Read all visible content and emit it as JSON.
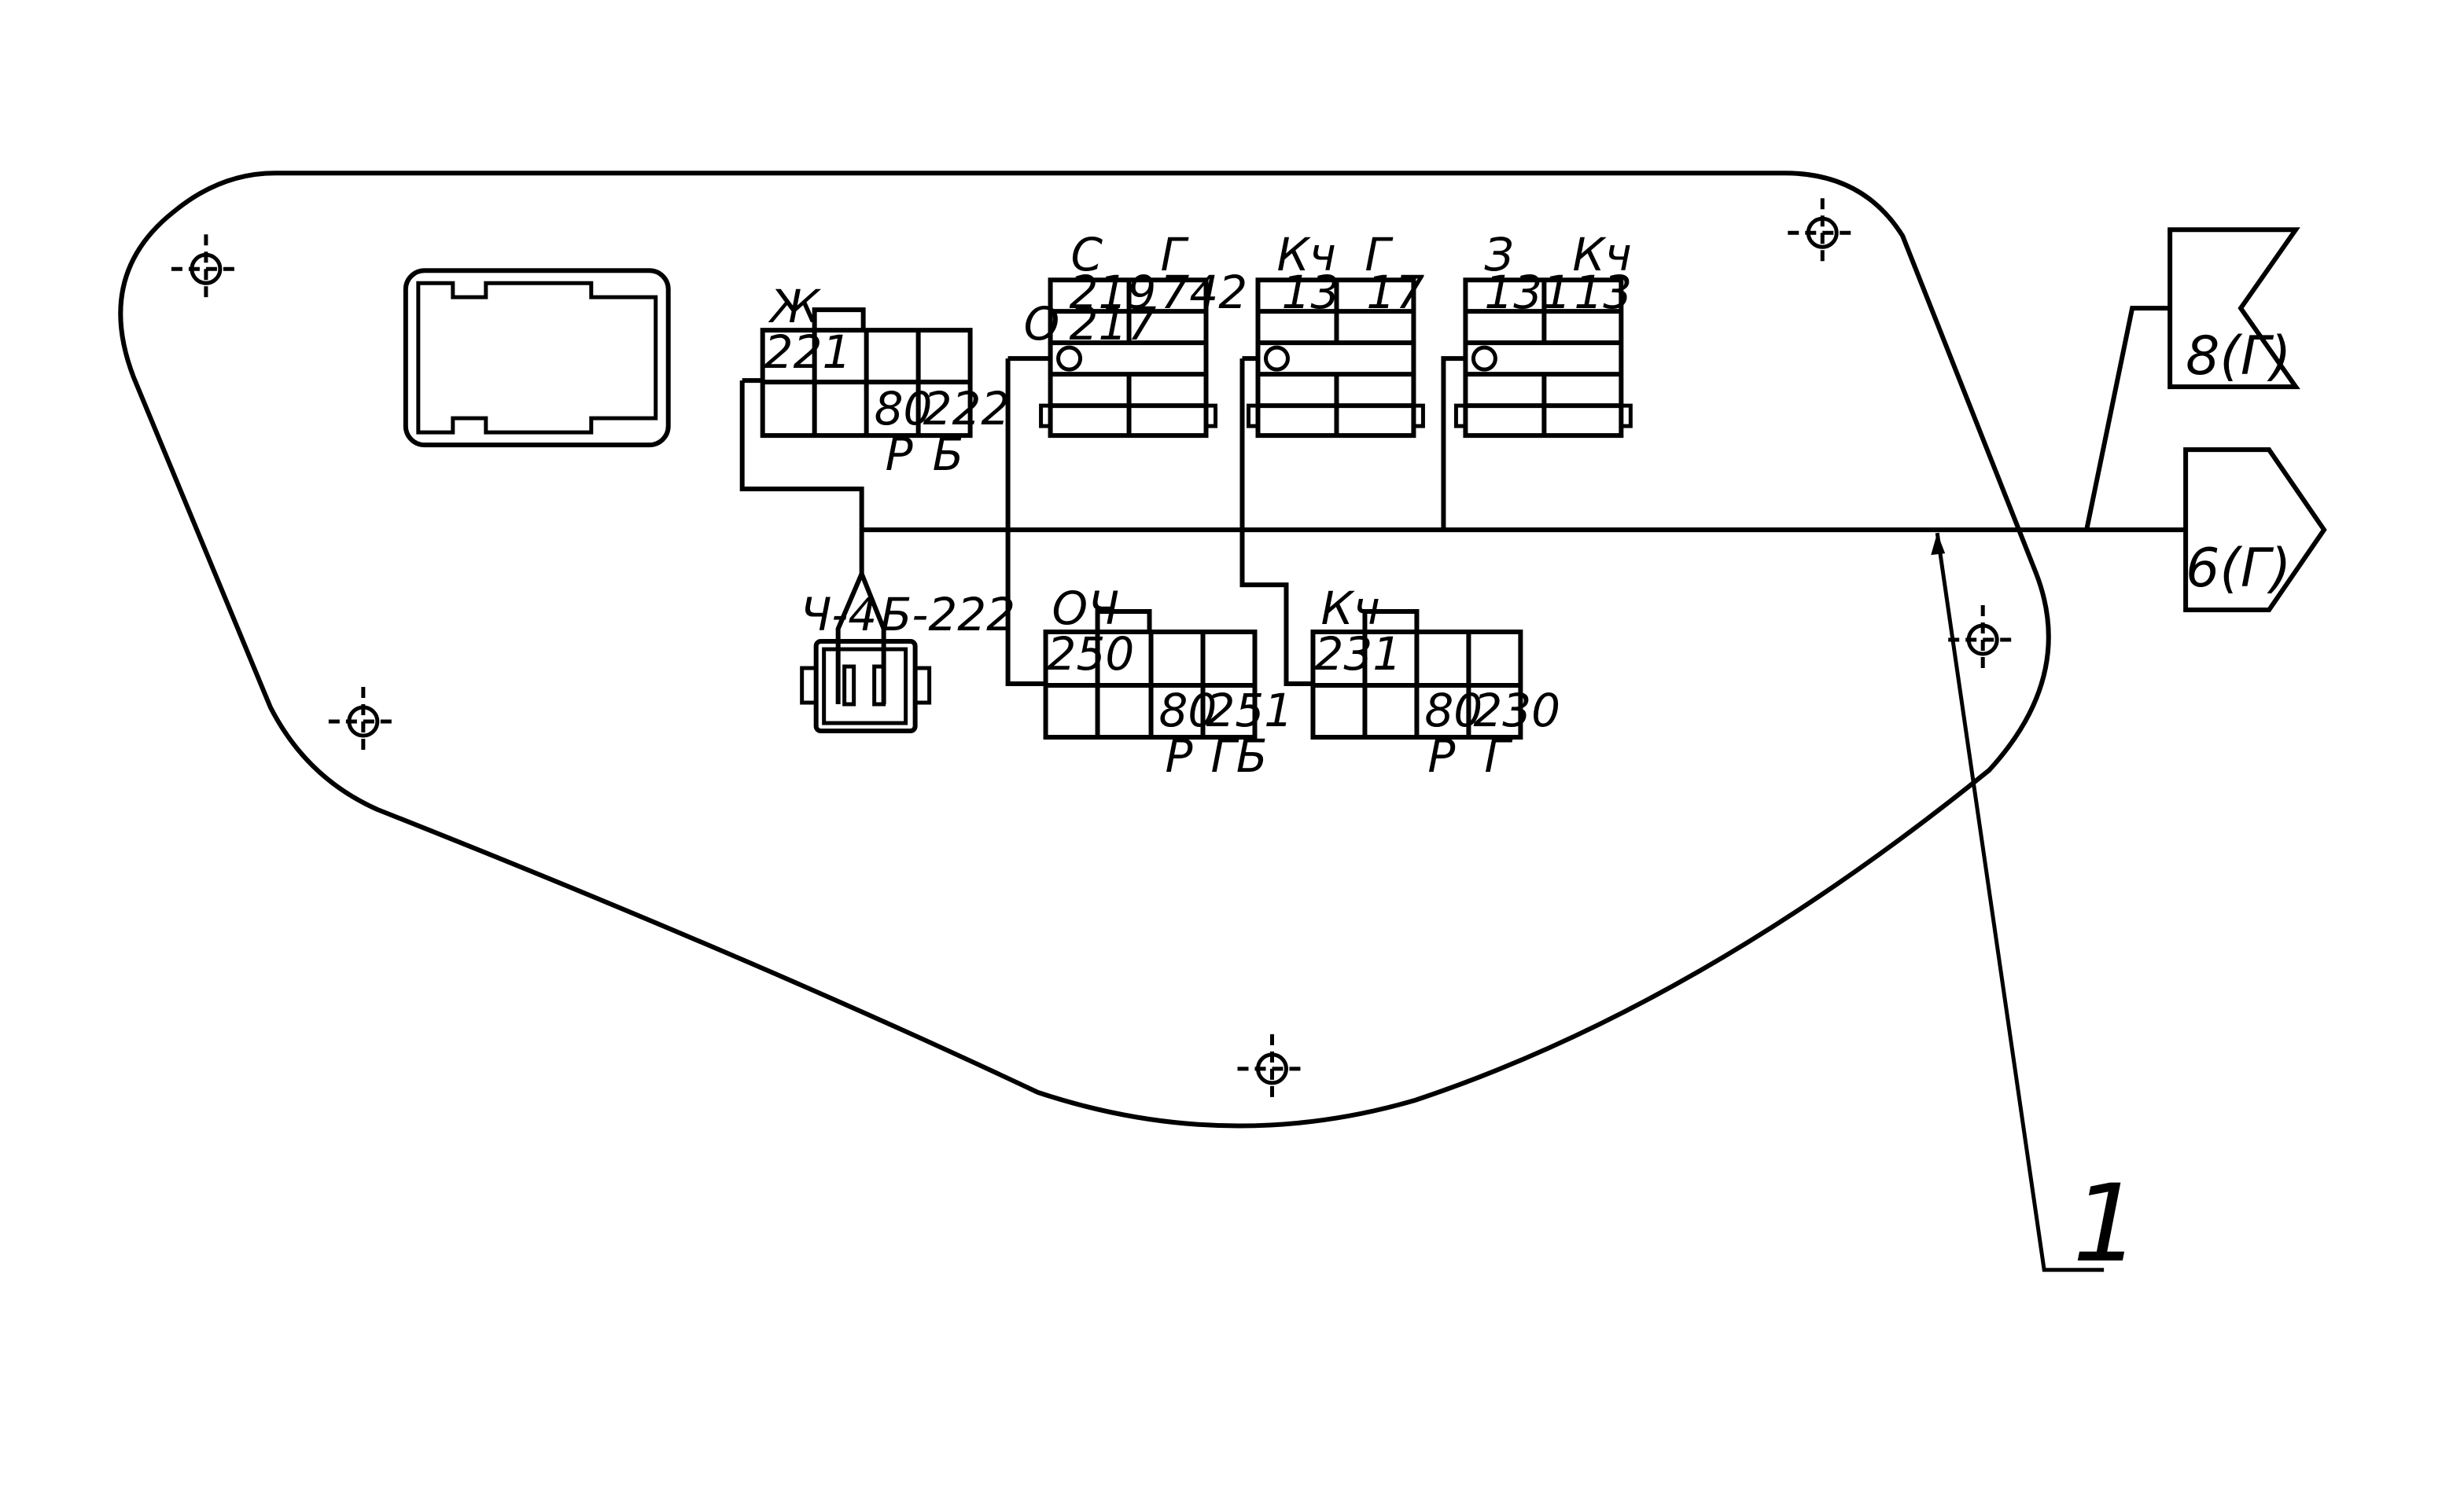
{
  "colors": {
    "line": "#000000",
    "background": "#ffffff"
  },
  "blocks": {
    "zh": {
      "color": "Ж",
      "top_left": "221",
      "bottom_3": "80",
      "bottom_4": "222",
      "code_3": "Р",
      "code_4": "Б"
    },
    "c1": {
      "color_1": "С",
      "color_2": "Г",
      "cell_1": "219",
      "cell_2": "742",
      "cell_3": "217",
      "side_label": "О"
    },
    "c2": {
      "color_1": "Кч",
      "color_2": "Г",
      "cell_1": "13",
      "cell_2": "17"
    },
    "c3": {
      "color_1": "З",
      "color_2": "Кч",
      "cell_1": "131",
      "cell_2": "13"
    },
    "sensor": {
      "left_label": "Ч-4",
      "right_label": "Б-222"
    },
    "l250": {
      "color": "ОЧ",
      "top_left": "250",
      "bottom_3": "80",
      "bottom_4": "251",
      "code_3": "Р",
      "code_4": "ГБ"
    },
    "l231": {
      "color": "Кч",
      "top_left": "231",
      "bottom_3": "80",
      "bottom_4": "230",
      "code_3": "Р",
      "code_4": "Г"
    }
  },
  "flags": {
    "top": "8(Г)",
    "bottom": "6(Г)"
  },
  "callout": {
    "number": "1"
  }
}
